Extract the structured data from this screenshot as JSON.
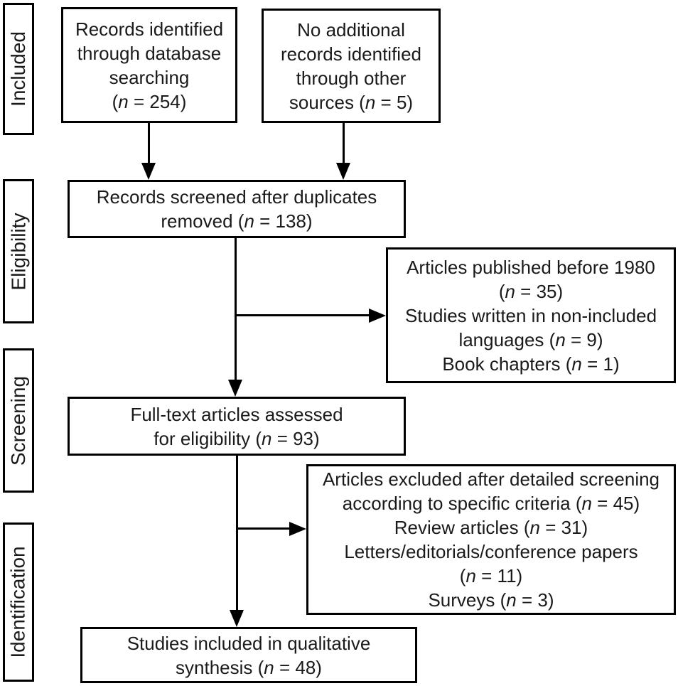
{
  "diagram_type": "prisma-flow-diagram",
  "colors": {
    "border": "#000000",
    "background": "#ffffff",
    "text": "#1a1a1a"
  },
  "sidebar": {
    "labels": [
      {
        "id": "included",
        "text": "Included"
      },
      {
        "id": "eligibility",
        "text": "Eligibility"
      },
      {
        "id": "screening",
        "text": "Screening"
      },
      {
        "id": "identification",
        "text": "Identification"
      }
    ]
  },
  "boxes": {
    "records_identified": {
      "lines": [
        "Records identified",
        "through database",
        "searching",
        "(n = 254)"
      ]
    },
    "no_additional": {
      "lines": [
        "No additional",
        "records identified",
        "through other",
        "sources (n = 5)"
      ]
    },
    "records_screened": {
      "lines": [
        "Records screened after duplicates",
        "removed (n = 138)"
      ]
    },
    "excluded_screening": {
      "lines": [
        "Articles published before 1980",
        "(n = 35)",
        "Studies written in non-included",
        "languages (n = 9)",
        "Book chapters (n = 1)"
      ]
    },
    "fulltext_assessed": {
      "lines": [
        "Full-text articles assessed",
        "for eligibility (n = 93)"
      ]
    },
    "excluded_detailed": {
      "lines": [
        "Articles excluded after detailed screening",
        "according to specific criteria (n = 45)",
        "Review articles (n = 31)",
        "Letters/editorials/conference papers",
        "(n = 11)",
        "Surveys (n = 3)"
      ]
    },
    "included_qualitative": {
      "lines": [
        "Studies included in qualitative",
        "synthesis (n = 48)"
      ]
    }
  }
}
